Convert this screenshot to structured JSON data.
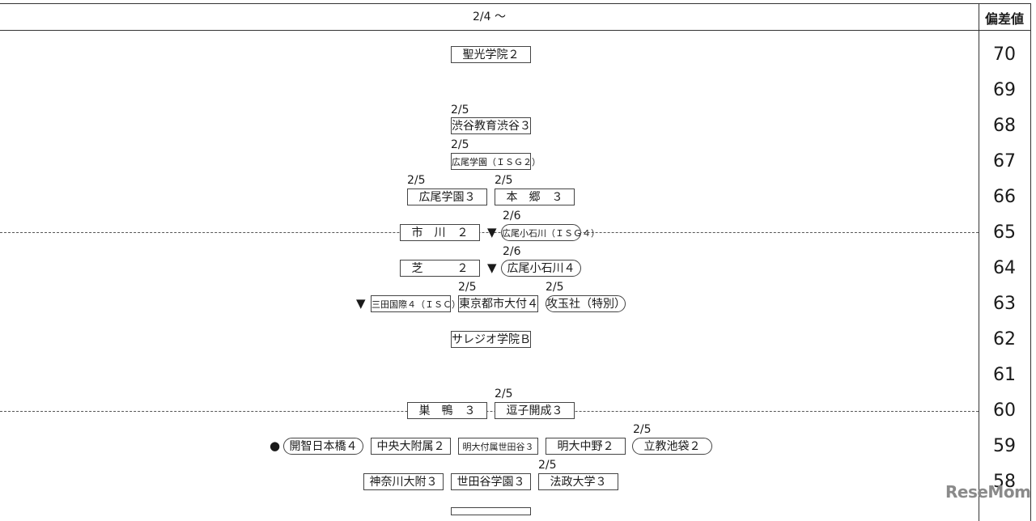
{
  "header": {
    "title": "2/4 〜",
    "deviation_label": "偏差値"
  },
  "scores": [
    "70",
    "69",
    "68",
    "67",
    "66",
    "65",
    "64",
    "63",
    "62",
    "61",
    "60",
    "59",
    "58"
  ],
  "rows": {
    "r70": {
      "s1": "聖光学院２"
    },
    "r68": {
      "s1_date": "2/5",
      "s1": "渋谷教育渋谷３"
    },
    "r67": {
      "s1_date": "2/5",
      "s1": "広尾学園（ＩＳＧ２）"
    },
    "r66": {
      "s1_date": "2/5",
      "s1": "広尾学園３",
      "s2_date": "2/5",
      "s2": "本　郷　３"
    },
    "r65": {
      "s1": "市　川　２",
      "mark": "▼",
      "s2_date": "2/6",
      "s2": "広尾小石川（ＩＳＧ４）"
    },
    "r64": {
      "s1": "芝　　　２",
      "mark": "▼",
      "s2_date": "2/6",
      "s2": "広尾小石川４"
    },
    "r63": {
      "mark": "▼",
      "s1": "三田国際４（ＩＳＣ）",
      "s2_date": "2/5",
      "s2": "東京都市大付４",
      "s3_date": "2/5",
      "s3": "攻玉社（特別）"
    },
    "r62": {
      "s1": "サレジオ学院Ｂ"
    },
    "r60": {
      "s1": "巣　鴨　３",
      "s2_date": "2/5",
      "s2": "逗子開成３"
    },
    "r59": {
      "mark": "●",
      "s1": "開智日本橋４",
      "s2": "中央大附属２",
      "s3": "明大付属世田谷３",
      "s4": "明大中野２",
      "s5_date": "2/5",
      "s5": "立教池袋２"
    },
    "r58": {
      "s1": "神奈川大附３",
      "s2": "世田谷学園３",
      "s3_date": "2/5",
      "s3": "法政大学３"
    }
  },
  "watermark": "ReseMom"
}
